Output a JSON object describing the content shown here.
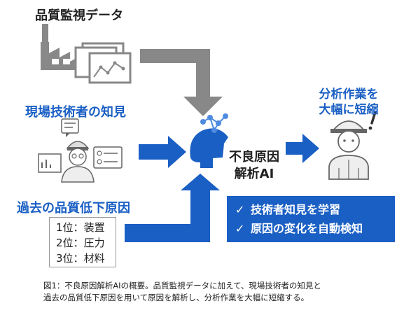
{
  "labels": {
    "quality_data": "品質監視データ",
    "field_knowledge": "現場技術者の知見",
    "past_causes": "過去の品質低下原因",
    "ai_name_line1": "不良原因",
    "ai_name_line2": "解析AI",
    "result_line1": "分析作業を",
    "result_line2": "大幅に短縮"
  },
  "ranking": [
    {
      "rank": "1位",
      "sep": "：",
      "item": "装置"
    },
    {
      "rank": "2位",
      "sep": "：",
      "item": "圧力"
    },
    {
      "rank": "3位",
      "sep": "：",
      "item": "材料"
    }
  ],
  "ai_features": [
    {
      "check": "✓",
      "text": "技術者知見を学習"
    },
    {
      "check": "✓",
      "text": "原因の変化を自動検知"
    }
  ],
  "caption": {
    "line1": "図1：不良原因解析AIの概要。品質監視データに加えて、現場技術者の知見と",
    "line2": "過去の品質低下原因を用いて原因を解析し、分析作業を大幅に短縮する。"
  },
  "colors": {
    "accent_blue": "#1a5fc4",
    "arrow_gray": "#888888",
    "icon_gray": "#8a8a8a"
  },
  "icons": [
    "factory-icon",
    "document-chart-icon",
    "speech-bubble-icon",
    "engineer-icon",
    "ai-head-icon",
    "worker-icon",
    "exclamation-icon"
  ]
}
